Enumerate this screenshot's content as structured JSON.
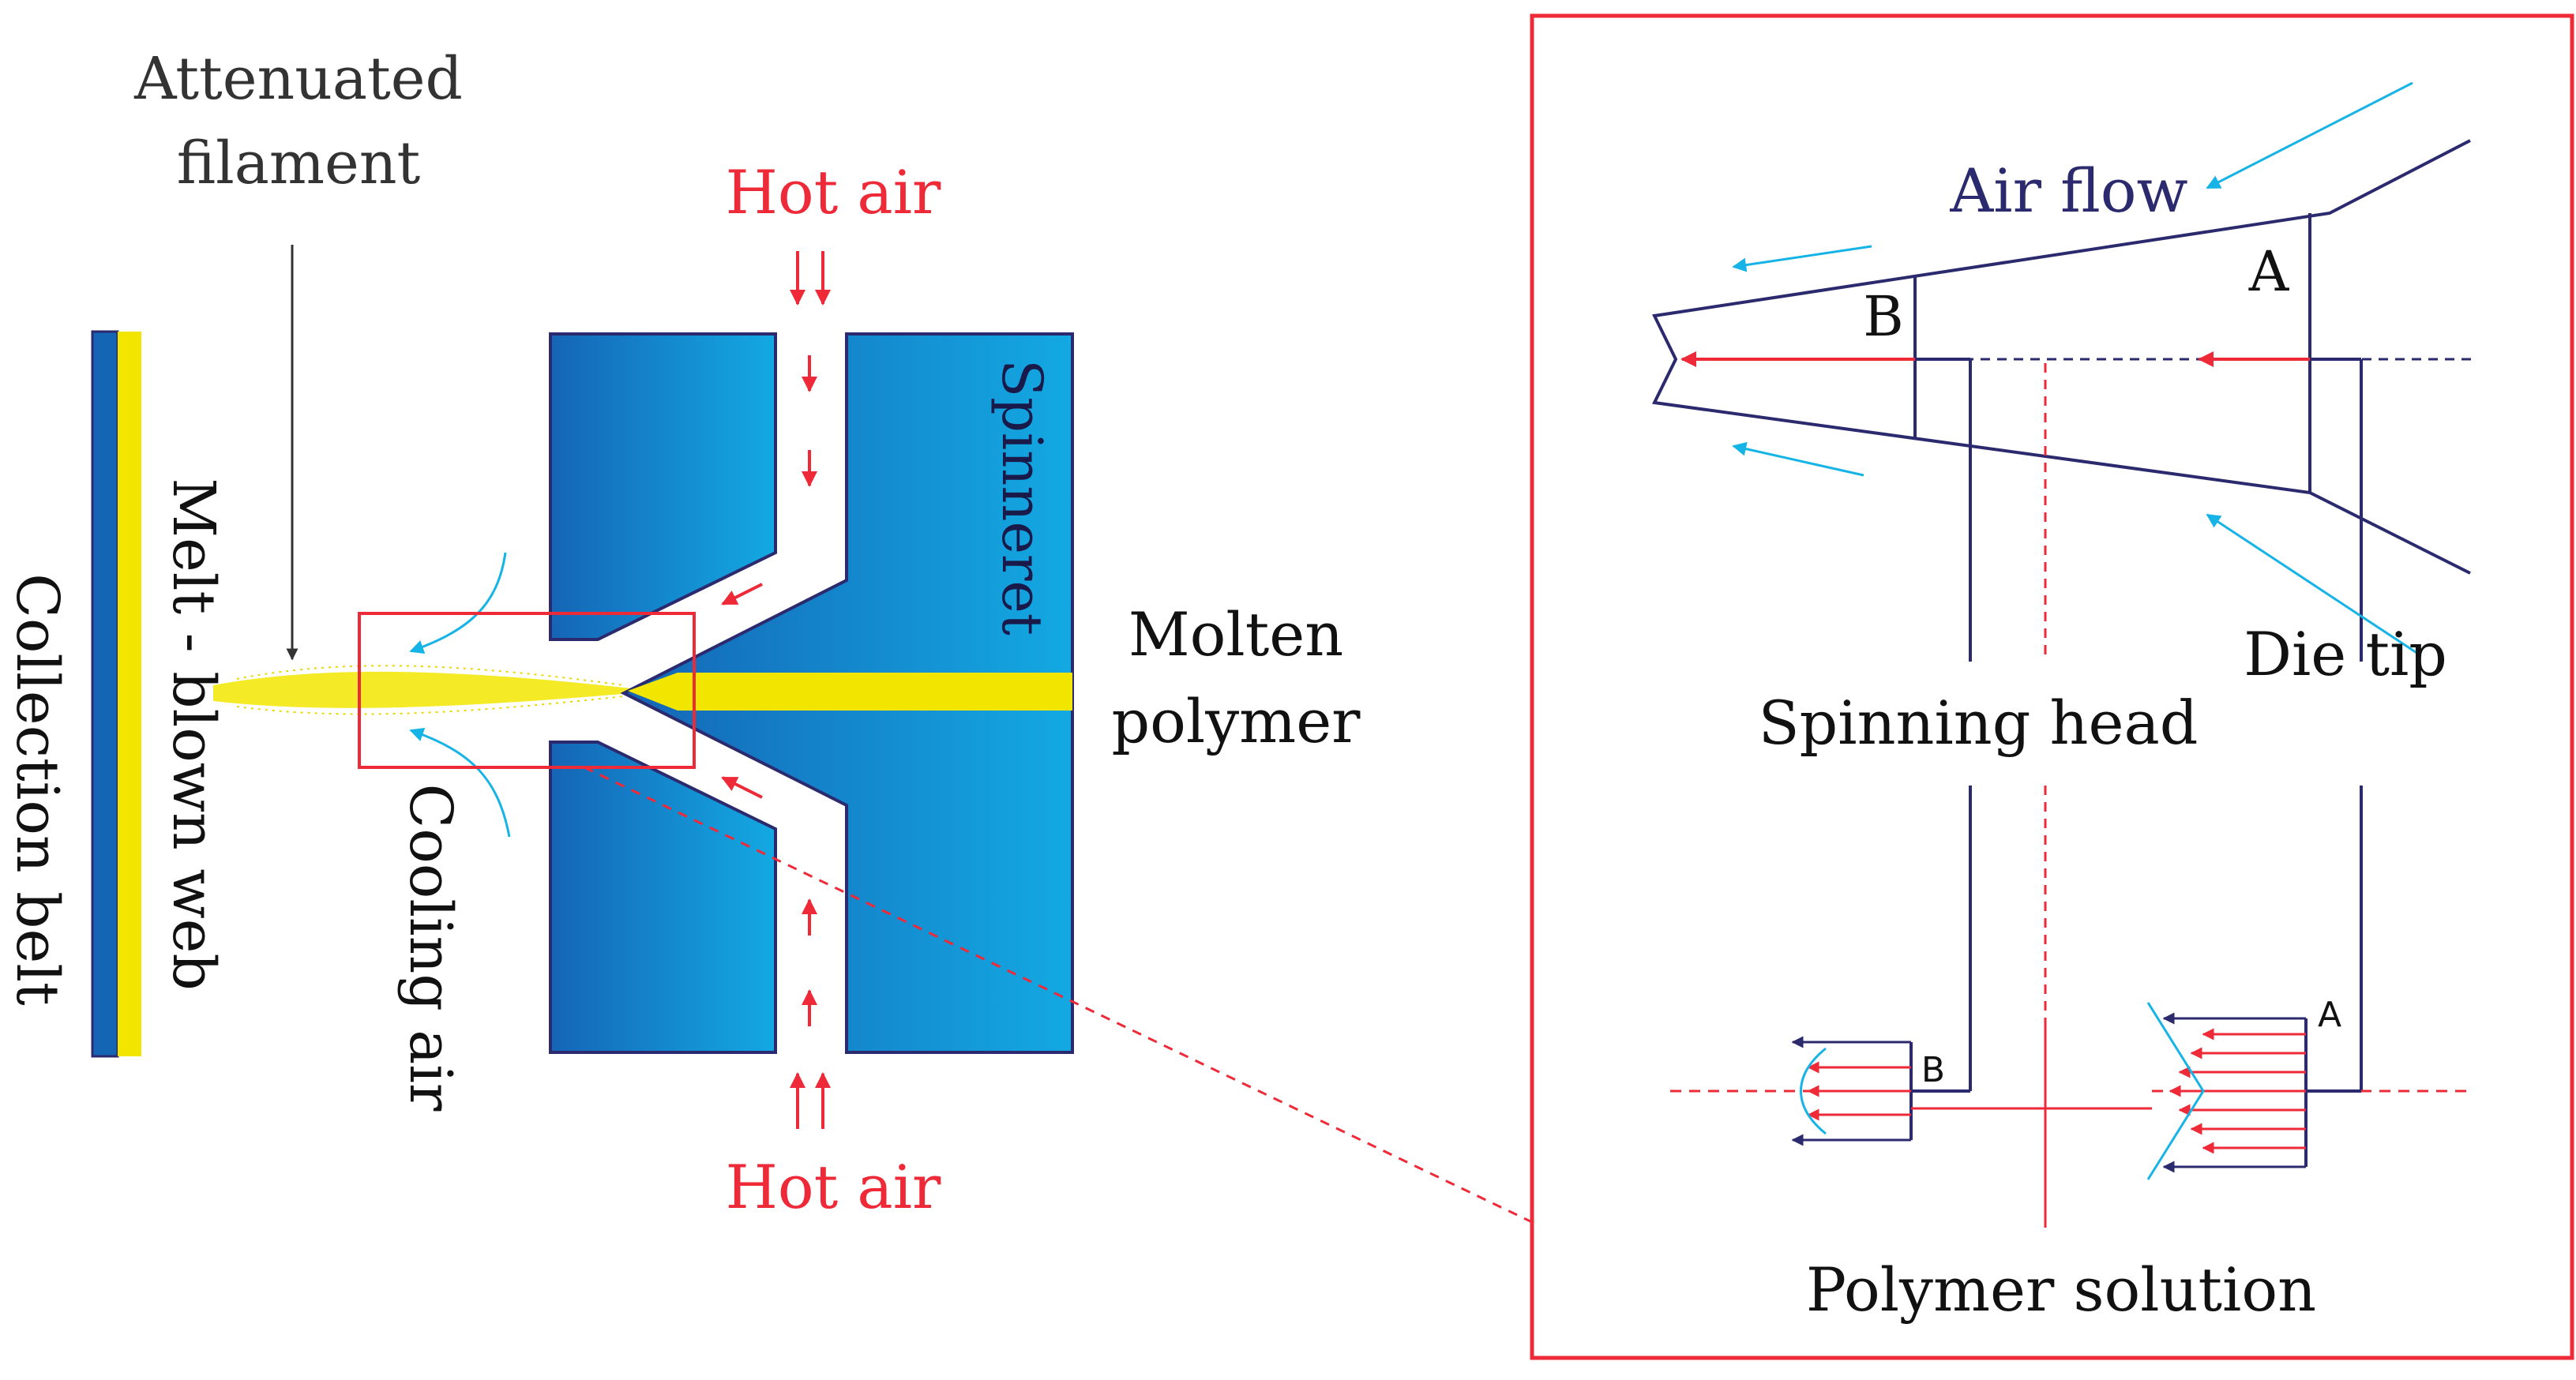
{
  "labels": {
    "attenuated_filament_1": "Attenuated",
    "attenuated_filament_2": "filament",
    "hot_air_top": "Hot air",
    "hot_air_bottom": "Hot air",
    "spinneret": "Spinneret",
    "molten_polymer_1": "Molten",
    "molten_polymer_2": "polymer",
    "melt_blown_web": "Melt - blown web",
    "collection_belt": "Collection belt",
    "cooling_air": "Cooling air"
  },
  "inset": {
    "air_flow": "Air flow",
    "label_a_top": "A",
    "label_b_top": "B",
    "die_tip": "Die tip",
    "spinning_head": "Spinning head",
    "label_a_bottom": "A",
    "label_b_bottom": "B",
    "polymer_solution": "Polymer solution"
  },
  "colors": {
    "navy": "#2b2a6e",
    "red": "#ee2a38",
    "cyan": "#16b4e6",
    "yellow": "#f2e600",
    "blue_dark": "#1565b5",
    "blue_light": "#13a9e3",
    "gray_text": "#333333"
  }
}
